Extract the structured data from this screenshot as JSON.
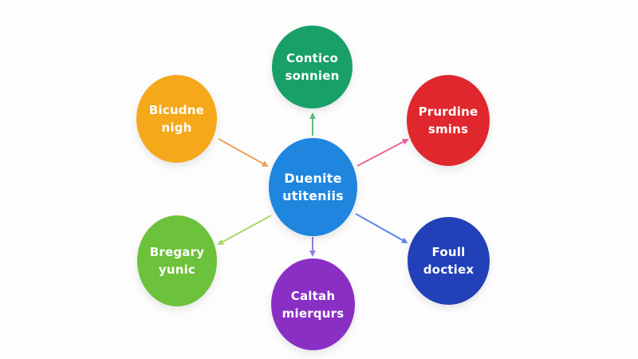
{
  "diagram": {
    "center": {
      "label": "Duenite\nutiteniis",
      "color": "#1f86e0"
    },
    "nodes": [
      {
        "id": "top",
        "label": "Contico\nsonnien",
        "color": "#18a068",
        "arrow_color": "#5dbb7e"
      },
      {
        "id": "tl",
        "label": "Bicudne\nnigh",
        "color": "#f5a81a",
        "arrow_color": "#f0a05a"
      },
      {
        "id": "tr",
        "label": "Prurdine\nsmins",
        "color": "#e0272d",
        "arrow_color": "#e8669a"
      },
      {
        "id": "bl",
        "label": "Bregary\nyunic",
        "color": "#6cc23a",
        "arrow_color": "#a6d86a"
      },
      {
        "id": "bottom",
        "label": "Caltah\nmierqurs",
        "color": "#8a2fc4",
        "arrow_color": "#8f7fe0"
      },
      {
        "id": "br",
        "label": "Foull\ndoctiex",
        "color": "#2240b8",
        "arrow_color": "#5f86e6"
      }
    ]
  }
}
